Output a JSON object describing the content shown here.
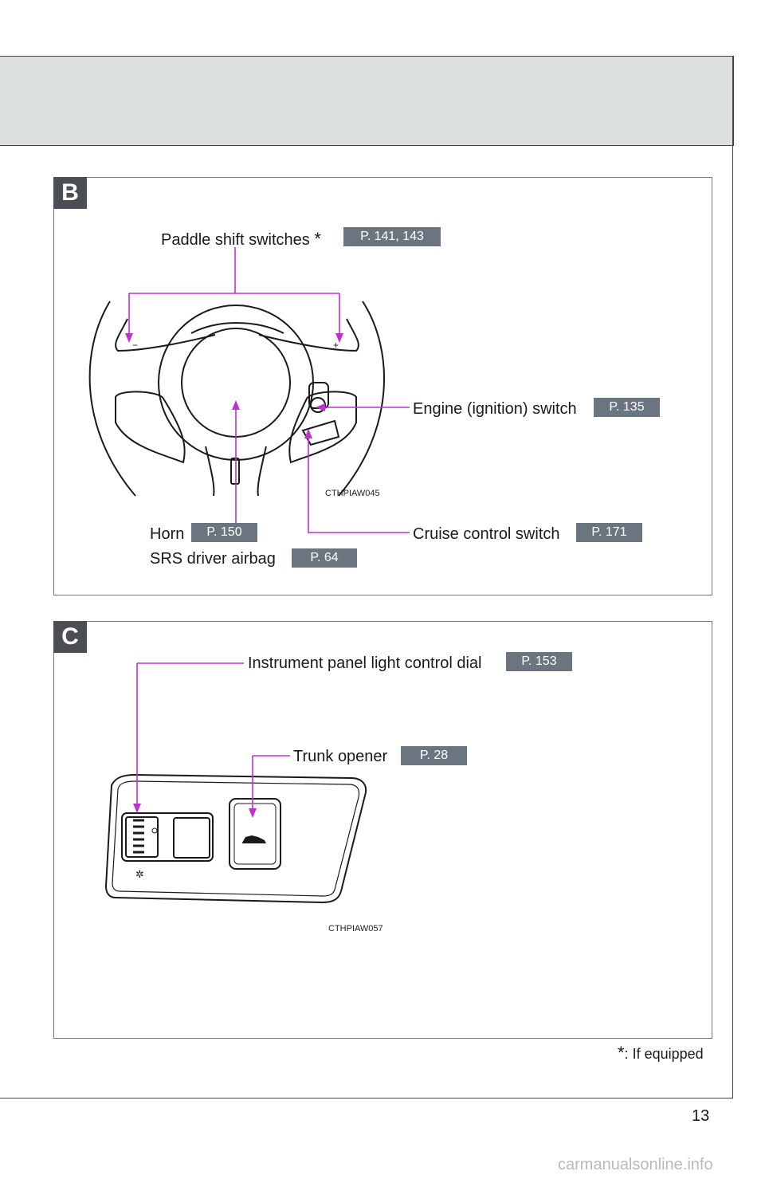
{
  "header": {
    "title": ""
  },
  "sections": {
    "b": {
      "tag": "B",
      "paddle": {
        "label": "Paddle shift switches",
        "asterisk": "*",
        "page": "P. 141, 143"
      },
      "engine": {
        "label": "Engine (ignition) switch",
        "page": "P. 135"
      },
      "horn": {
        "label": "Horn",
        "page": "P. 150"
      },
      "airbag": {
        "label": "SRS driver airbag",
        "page": "P. 64"
      },
      "cruise": {
        "label": "Cruise control switch",
        "page": "P. 171"
      },
      "diagram_code": "CTHPIAW045",
      "paddle_minus": "−",
      "paddle_plus": "+"
    },
    "c": {
      "tag": "C",
      "dial": {
        "label": "Instrument panel light control dial",
        "page": "P. 153"
      },
      "trunk": {
        "label": "Trunk opener",
        "page": "P. 28"
      },
      "diagram_code": "CTHPIAW057"
    }
  },
  "footnote": {
    "symbol": "*",
    "text": ": If equipped"
  },
  "page_number": "13",
  "watermark": "carmanualsonline.info",
  "colors": {
    "leader_line": "#c030d0",
    "badge": "#6b7580",
    "tag": "#4b4f55",
    "header_band": "#dcdfe0"
  }
}
